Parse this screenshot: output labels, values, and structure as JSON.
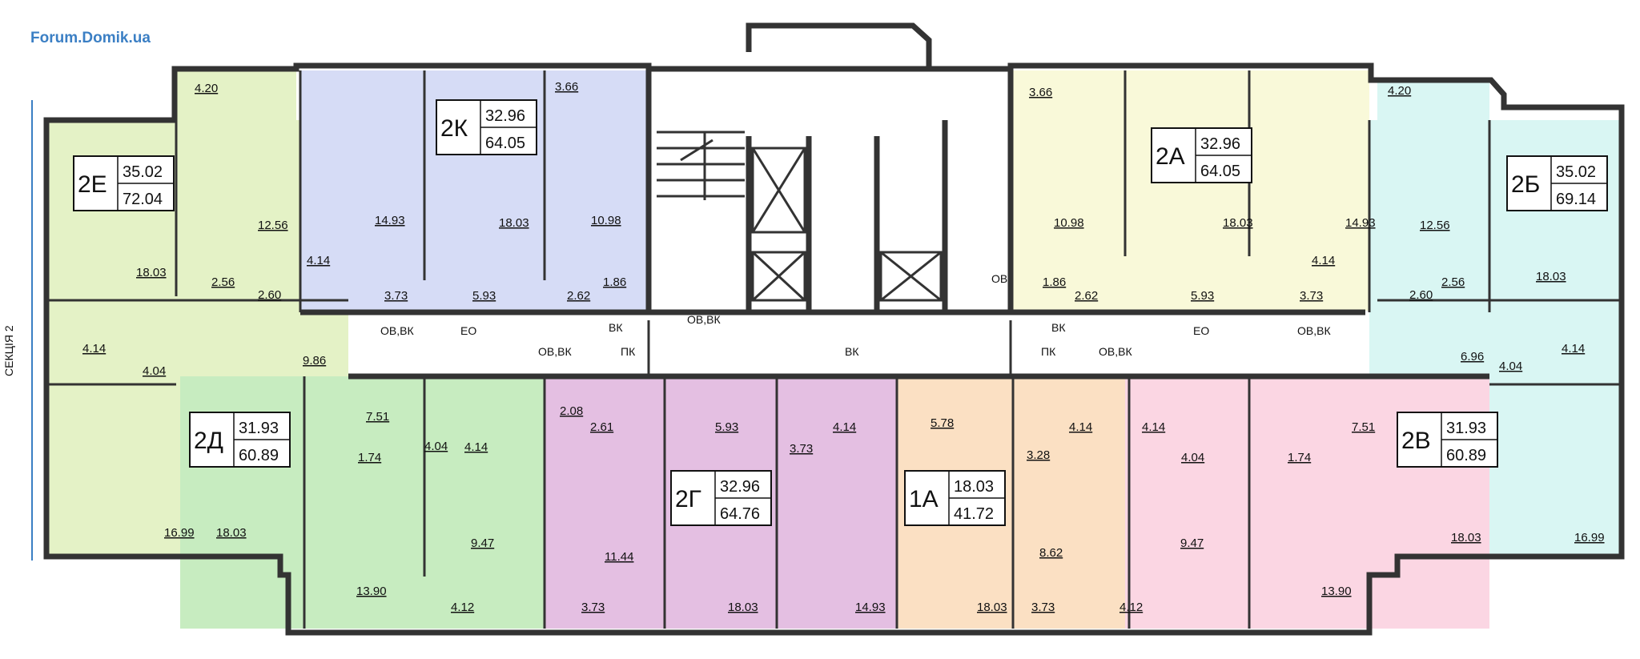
{
  "watermark": "Forum.Domik.ua",
  "section_label": "СЕКЦІЯ 2",
  "colors": {
    "2E": "#e4f2c6",
    "2K": "#d6dcf6",
    "2A": "#f9f9d9",
    "2B": "#d9f6f3",
    "2D": "#c7ecc0",
    "2G": "#e4bfe2",
    "1A": "#fbe0c3",
    "2V": "#fbd6e3",
    "wall": "#333333",
    "watermark": "#3b7fc4"
  },
  "apartments": [
    {
      "name": "2Е",
      "living": "35.02",
      "total": "72.04"
    },
    {
      "name": "2К",
      "living": "32.96",
      "total": "64.05"
    },
    {
      "name": "2А",
      "living": "32.96",
      "total": "64.05"
    },
    {
      "name": "2Б",
      "living": "35.02",
      "total": "69.14"
    },
    {
      "name": "2Д",
      "living": "31.93",
      "total": "60.89"
    },
    {
      "name": "2Г",
      "living": "32.96",
      "total": "64.76"
    },
    {
      "name": "1А",
      "living": "18.03",
      "total": "41.72"
    },
    {
      "name": "2В",
      "living": "31.93",
      "total": "60.89"
    }
  ],
  "room_areas": [
    "4.20",
    "3.66",
    "3.66",
    "4.20",
    "14.93",
    "18.03",
    "10.98",
    "10.98",
    "18.03",
    "14.93",
    "12.56",
    "12.56",
    "4.14",
    "4.14",
    "18.03",
    "2.56",
    "2.60",
    "3.73",
    "5.93",
    "2.62",
    "1.86",
    "1.86",
    "2.62",
    "5.93",
    "3.73",
    "2.60",
    "2.56",
    "18.03",
    "4.14",
    "4.04",
    "9.86",
    "6.96",
    "4.04",
    "4.14",
    "7.51",
    "2.08",
    "2.61",
    "5.93",
    "4.14",
    "5.78",
    "4.14",
    "4.14",
    "7.51",
    "1.74",
    "4.04",
    "4.14",
    "3.73",
    "3.28",
    "4.04",
    "1.74",
    "16.99",
    "18.03",
    "9.47",
    "11.44",
    "8.62",
    "9.47",
    "18.03",
    "16.99",
    "13.90",
    "18.03",
    "14.93",
    "18.03",
    "13.90",
    "4.12",
    "3.73",
    "3.73",
    "4.12"
  ],
  "captions": [
    "ОВ,ВК",
    "ЕО",
    "ВК",
    "ОВ,ВК",
    "ОВ,ВК",
    "ПК",
    "ВК",
    "ПК",
    "ОВ,ВК",
    "ОВ",
    "ВК",
    "ЕО",
    "ОВ,ВК"
  ]
}
